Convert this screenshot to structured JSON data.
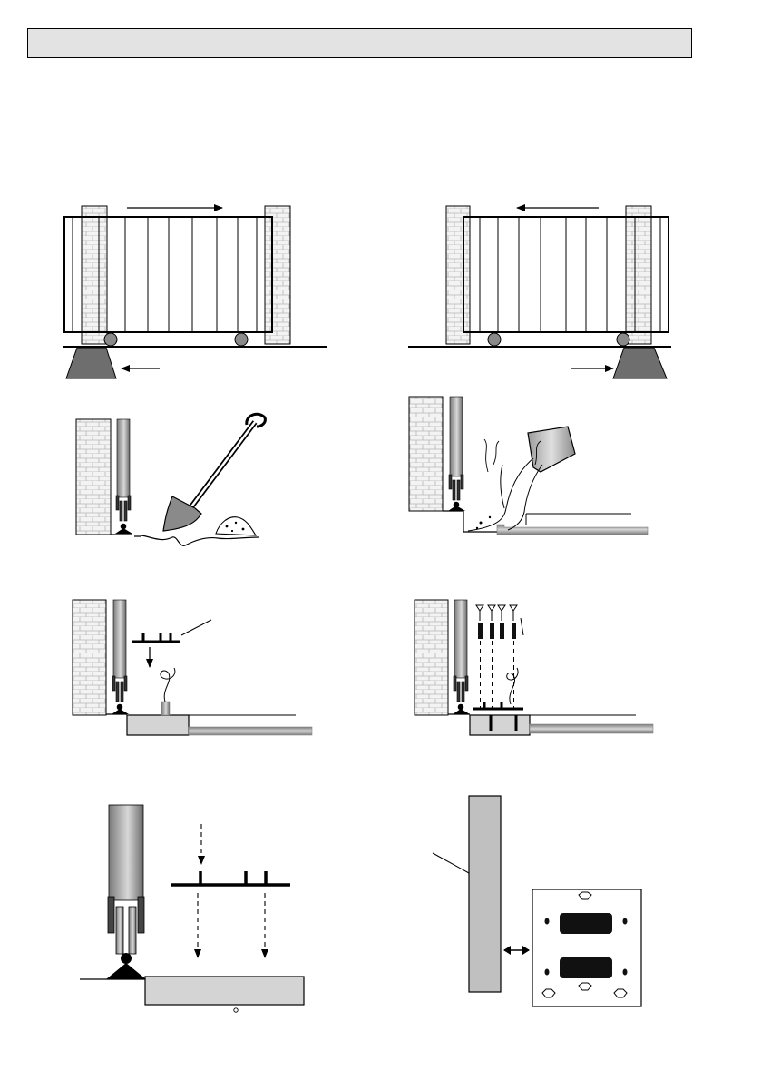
{
  "header": {
    "title": ""
  },
  "figures": [
    {
      "name": "figure-gate-opens-right",
      "direction": "right",
      "motor_side": "left"
    },
    {
      "name": "figure-gate-opens-left",
      "direction": "left",
      "motor_side": "right"
    },
    {
      "name": "figure-dig-foundation"
    },
    {
      "name": "figure-pour-concrete"
    },
    {
      "name": "figure-insert-anchor-plate"
    },
    {
      "name": "figure-anchor-bolts"
    },
    {
      "name": "figure-anchor-detail"
    },
    {
      "name": "figure-rack-motor-spacing"
    }
  ],
  "colors": {
    "outline": "#000000",
    "brick": "#f2f2f2",
    "motor_base": "#6e6e6e",
    "concrete": "#d4d4d4",
    "conduit": "#a9a9a9",
    "rack": "#c0c0c0",
    "slot": "#111111"
  }
}
